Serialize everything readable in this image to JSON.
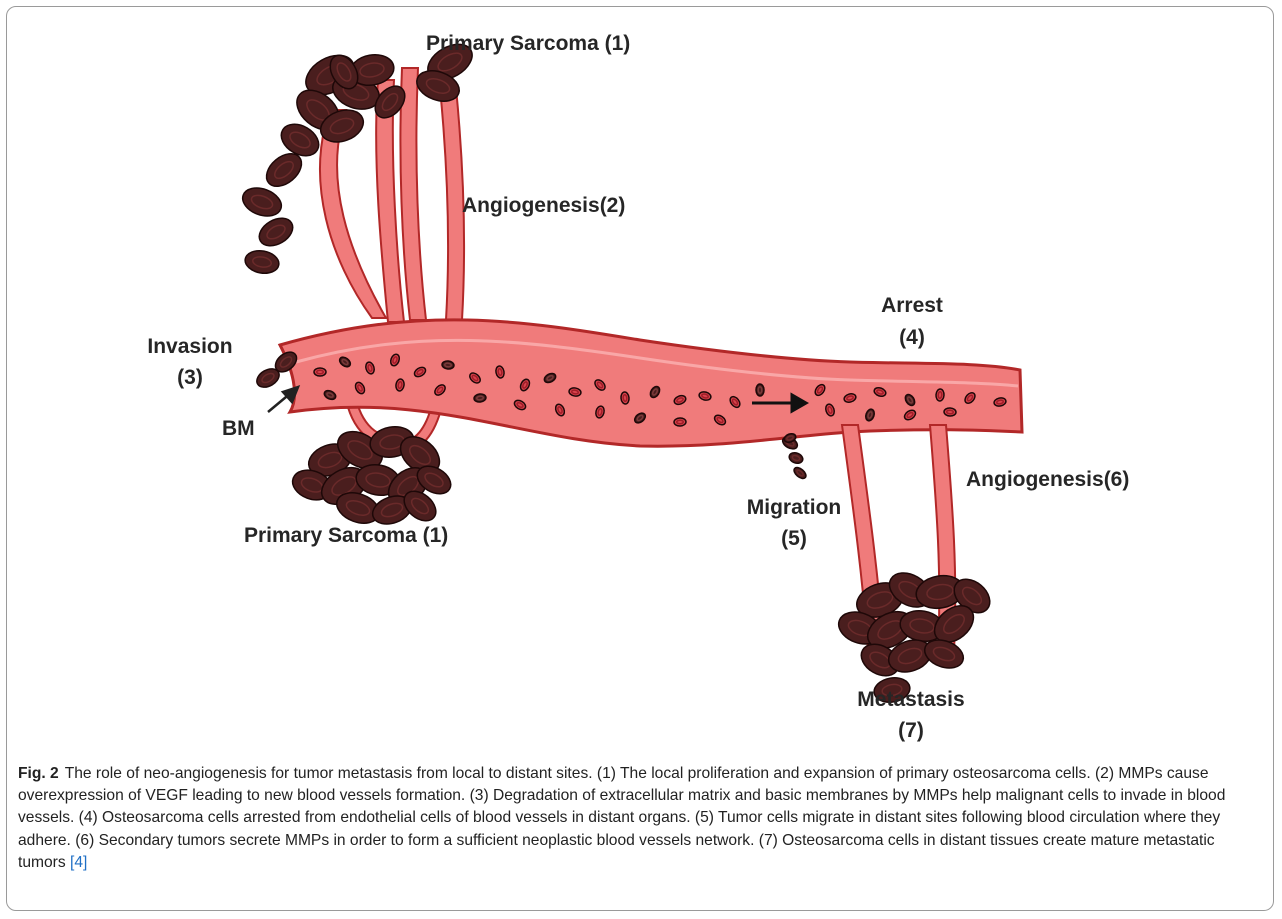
{
  "figure": {
    "labels": {
      "primary_sarcoma_top": "Primary Sarcoma (1)",
      "angiogenesis_2": "Angiogenesis(2)",
      "invasion_title": "Invasion",
      "invasion_num": "(3)",
      "bm": "BM",
      "primary_sarcoma_bottom": "Primary Sarcoma (1)",
      "arrest_title": "Arrest",
      "arrest_num": "(4)",
      "angiogenesis_6": "Angiogenesis(6)",
      "migration_title": "Migration",
      "migration_num": "(5)",
      "metastasis_title": "Metastasis",
      "metastasis_num": "(7)"
    },
    "colors": {
      "vessel": "#f07b7b",
      "vessel_outline": "#b22828",
      "tumor_cell": "#4a1e1e",
      "red_blood_cell": "#d8434d"
    }
  },
  "caption": {
    "label": "Fig. 2",
    "text": "The role of neo-angiogenesis for tumor metastasis from local to distant sites. (1) The local proliferation and expansion of primary osteosarcoma cells. (2) MMPs cause overexpression of VEGF leading to new blood vessels formation. (3) Degradation of extracellular matrix and basic membranes by MMPs help malignant cells to invade in blood vessels. (4) Osteosarcoma cells arrested from endothelial cells of blood vessels in distant organs. (5) Tumor cells migrate in distant sites following blood circulation where they adhere. (6) Secondary tumors secrete MMPs in order to form a sufficient neoplastic blood vessels network. (7) Osteosarcoma cells in distant tissues create mature metastatic tumors",
    "ref": "[4]"
  }
}
